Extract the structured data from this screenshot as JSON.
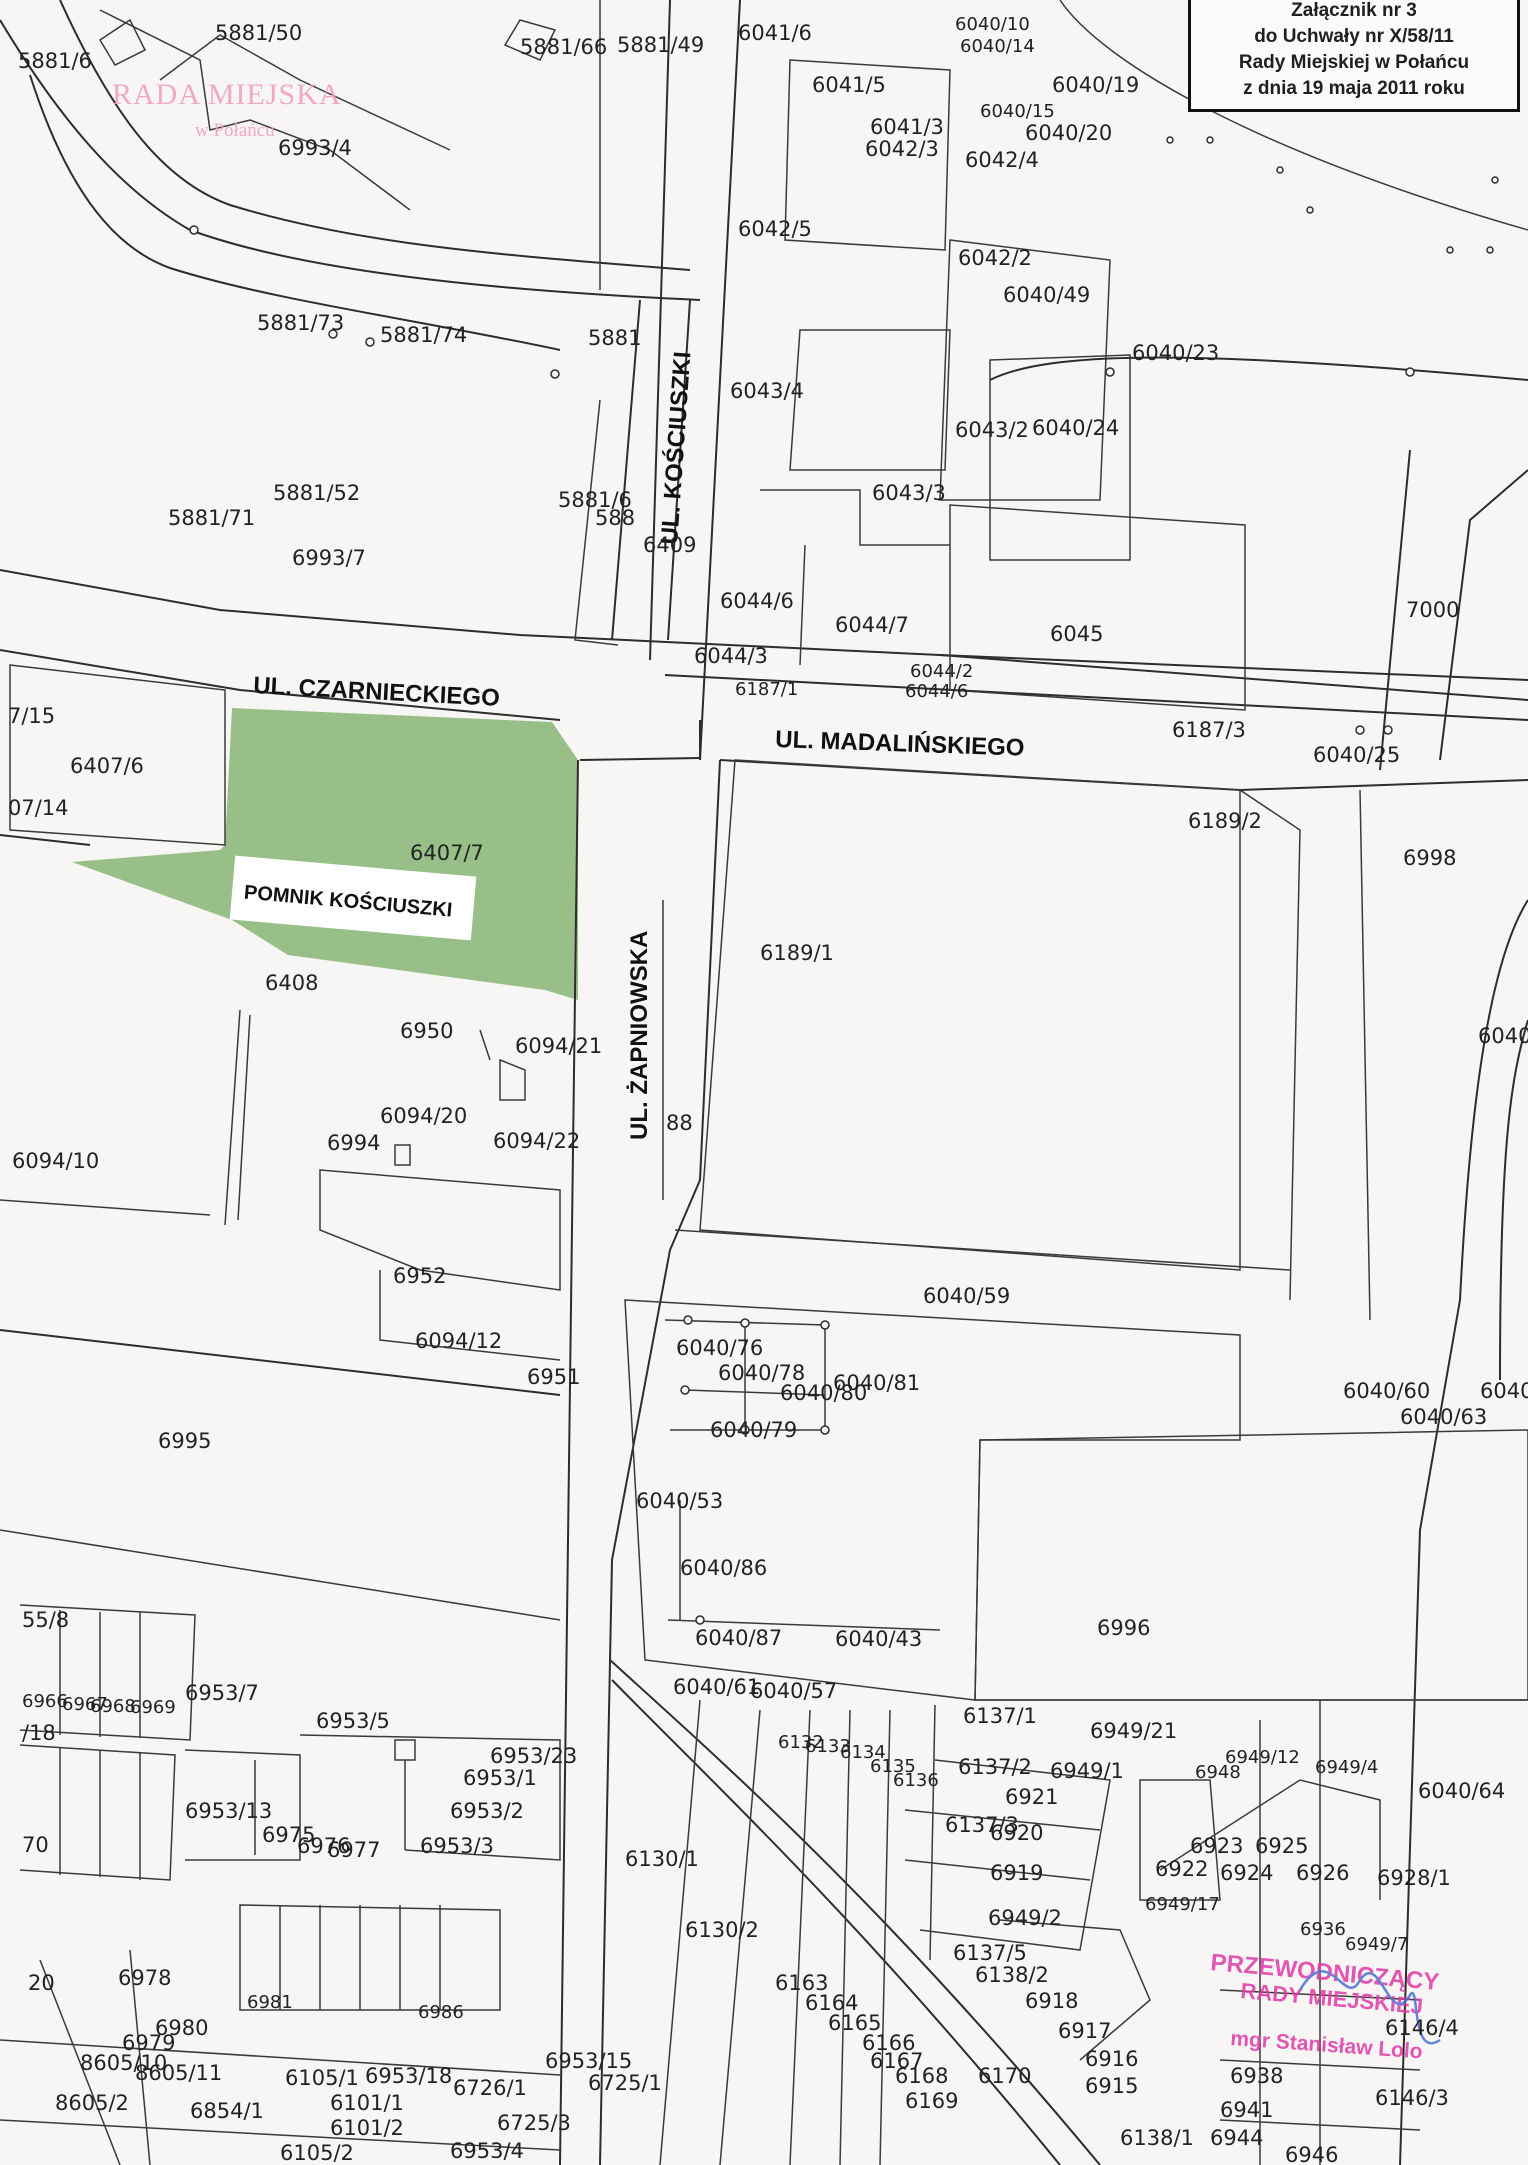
{
  "annex": {
    "line1": "Załącznik nr 3",
    "line2": "do Uchwały nr X/58/11",
    "line3": "Rady Miejskiej w Połańcu",
    "line4": "z dnia 19 maja 2011 roku"
  },
  "stamp_top": {
    "line1": "RADA MIEJSKA",
    "line2": "w Połańcu"
  },
  "stamp_bottom": {
    "line1": "PRZEWODNICZĄCY",
    "line2": "RADY MIEJSKIEJ",
    "line3": "mgr Stanisław Lolo"
  },
  "streets": {
    "kosciuszki": "UL. KOŚCIUSZKI",
    "czarnieckiego": "UL. CZARNIECKIEGO",
    "madalinskiego": "UL. MADALIŃSKIEGO",
    "zapniowska": "UL. ŻAPNIOWSKA"
  },
  "poi": {
    "monument": "POMNIK KOŚCIUSZKI"
  },
  "colors": {
    "highlight": "#7fb06a",
    "stamp": "#e03aa8",
    "line": "#2d2d2d"
  },
  "parcels": {
    "p5881_50": "5881/50",
    "p5881_6a": "5881/6",
    "p5881_66": "5881/66",
    "p5881_49": "5881/49",
    "p6041_6": "6041/6",
    "p6041_5": "6041/5",
    "p6040_10": "6040/10",
    "p6040_14": "6040/14",
    "p6040_19": "6040/19",
    "p6040_15": "6040/15",
    "p6040_20": "6040/20",
    "p6041_3": "6041/3",
    "p6042_3": "6042/3",
    "p6042_4": "6042/4",
    "p6993_4": "6993/4",
    "p6042_5": "6042/5",
    "p6042_2": "6042/2",
    "p6040_49": "6040/49",
    "p5881_73": "5881/73",
    "p5881_74": "5881/74",
    "p5881b": "5881",
    "p6040_23": "6040/23",
    "p6043_4": "6043/4",
    "p6043_2": "6043/2",
    "p6040_24": "6040/24",
    "p5881_52": "5881/52",
    "p5881_6b": "5881/6",
    "p588": "588",
    "p6043_3": "6043/3",
    "p5881_71": "5881/71",
    "p6409": "6409",
    "p6993_7": "6993/7",
    "p6044_6": "6044/6",
    "p6044_7": "6044/7",
    "p6045": "6045",
    "p7000": "7000",
    "p6044_3": "6044/3",
    "p6044_2": "6044/2",
    "p6187_1": "6187/1",
    "p6044_6b": "6044/6",
    "p7_15": "7/15",
    "p6407_6": "6407/6",
    "p6187_3": "6187/3",
    "p6040_25": "6040/25",
    "p07_14": "07/14",
    "p6189_2": "6189/2",
    "p6998": "6998",
    "p6407_7": "6407/7",
    "p6189_1": "6189/1",
    "p6408": "6408",
    "p6950": "6950",
    "p6094_21": "6094/21",
    "p6040r": "6040",
    "p6094_20": "6094/20",
    "p6994": "6994",
    "p6094_22": "6094/22",
    "p6094_10": "6094/10",
    "p88": "88",
    "p6952": "6952",
    "p6040_59": "6040/59",
    "p6094_12": "6094/12",
    "p6951": "6951",
    "p6040_76": "6040/76",
    "p6040_78": "6040/78",
    "p6040_80": "6040/80",
    "p6040_81": "6040/81",
    "p6040_60": "6040/60",
    "p6040_63": "6040/63",
    "p6040r2": "6040",
    "p6995": "6995",
    "p6040_79": "6040/79",
    "p6040_53": "6040/53",
    "p6040_86": "6040/86",
    "p6996": "6996",
    "p6040_87": "6040/87",
    "p6040_43": "6040/43",
    "p6953_7": "6953/7",
    "p6040_61": "6040/61",
    "p6040_57": "6040/57",
    "p6137_1": "6137/1",
    "p6949_21": "6949/21",
    "p6953_5": "6953/5",
    "p6949_12": "6949/12",
    "p6949_4": "6949/4",
    "p6953_23": "6953/23",
    "p6953_1": "6953/1",
    "p6135": "6135",
    "p6136": "6136",
    "p6137_2": "6137/2",
    "p6949_1": "6949/1",
    "p6040_64": "6040/64",
    "p6953_2": "6953/2",
    "p6953_13": "6953/13",
    "p6921": "6921",
    "p6953_3": "6953/3",
    "p6975": "6975",
    "p6976": "6976",
    "p6977": "6977",
    "p6137_3": "6137/3",
    "p6920": "6920",
    "p6923": "6923",
    "p6925": "6925",
    "p6130_1": "6130/1",
    "p6922": "6922",
    "p6924": "6924",
    "p6926": "6926",
    "p6928_1": "6928/1",
    "p6919": "6919",
    "p6949_17": "6949/17",
    "p6949_2": "6949/2",
    "p6130_2": "6130/2",
    "p6137_5": "6137/5",
    "p6138_2": "6138/2",
    "p6978": "6978",
    "p6163": "6163",
    "p6164": "6164",
    "p6918": "6918",
    "p6165": "6165",
    "p6917": "6917",
    "p6980": "6980",
    "p6979": "6979",
    "p6166": "6166",
    "p6167": "6167",
    "p6916": "6916",
    "p8605_10": "8605/10",
    "p8605_11": "8605/11",
    "p6105_1": "6105/1",
    "p6953_18": "6953/18",
    "p6953_15": "6953/15",
    "p6726_1": "6726/1",
    "p6725_1": "6725/1",
    "p6170": "6170",
    "p6168": "6168",
    "p6915": "6915",
    "p6938": "6938",
    "p6854_1": "6854/1",
    "p8605_2": "8605/2",
    "p6101_1": "6101/1",
    "p6169": "6169",
    "p6941": "6941",
    "p6146_3": "6146/3",
    "p6101_2": "6101/2",
    "p6725_3": "6725/3",
    "p6138_1": "6138/1",
    "p6944": "6944",
    "p6105_2": "6105/2",
    "p6953_4": "6953/4",
    "p6946": "6946",
    "p6981": "6981",
    "p6986": "6986",
    "p6969": "6969",
    "p6968": "6968",
    "p6967": "6967",
    "p6966": "6966",
    "p6133": "6133",
    "p6134": "6134",
    "p70": "70",
    "p20": "20",
    "p18": "/18",
    "p55_8": "55/8",
    "p6948": "6948",
    "p6132": "6132",
    "p6936": "6936",
    "p6146_4": "6146/4",
    "p6949_7": "6949/7"
  }
}
